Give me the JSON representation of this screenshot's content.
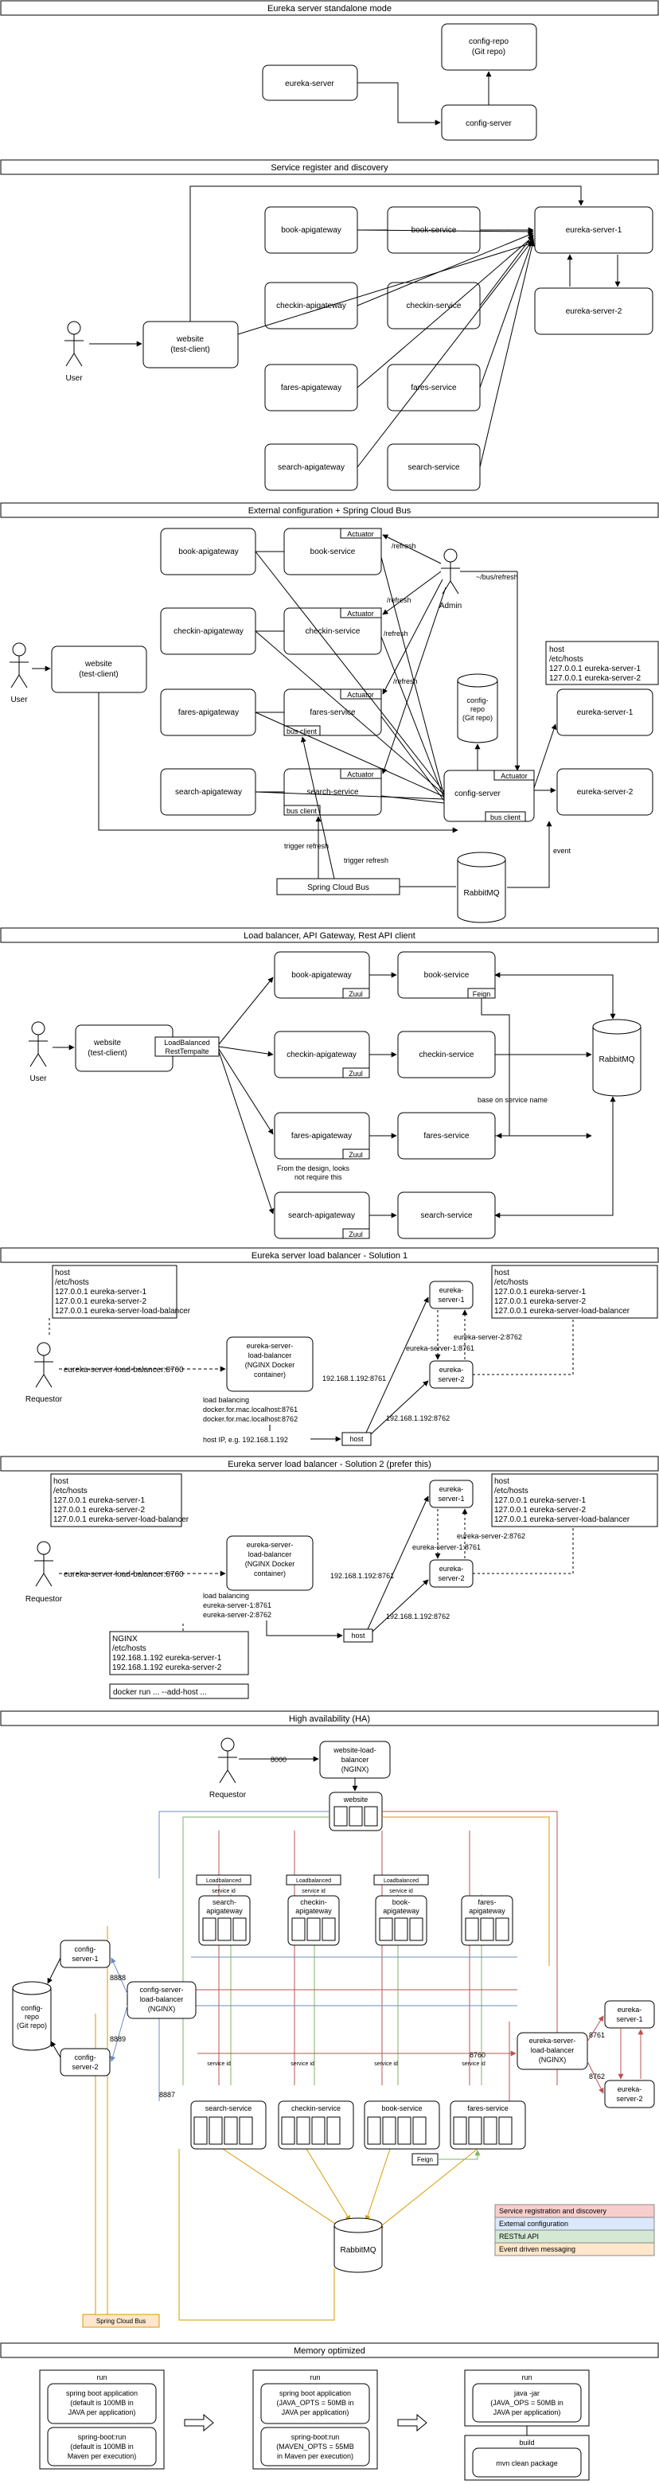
{
  "sections": {
    "s1": "Eureka server standalone mode",
    "s2": "Service register and discovery",
    "s3": "External configuration + Spring Cloud Bus",
    "s4": "Load balancer, API Gateway, Rest API client",
    "s5": "Eureka server load balancer - Solution 1",
    "s6": "Eureka server load balancer - Solution 2 (prefer this)",
    "s7": "High availability (HA)",
    "s8": "Memory optimized"
  },
  "nodes": {
    "eureka_server": "eureka-server",
    "config_repo_l1": "config-repo",
    "config_repo_l2": "(Git repo)",
    "config_server": "config-server",
    "book_apigateway": "book-apigateway",
    "book_service": "book-service",
    "checkin_apigateway": "checkin-apigateway",
    "checkin_service": "checkin-service",
    "fares_apigateway": "fares-apigateway",
    "fares_service": "fares-service",
    "search_apigateway": "search-apigateway",
    "search_service": "search-service",
    "eureka_server_1": "eureka-server-1",
    "eureka_server_2": "eureka-server-2",
    "website_l1": "website",
    "website_l2": "(test-client)",
    "user": "User",
    "admin": "Admin",
    "requestor": "Requestor",
    "actuator": "Actuator",
    "bus_client": "bus client",
    "spring_cloud_bus": "Spring Cloud Bus",
    "rabbitmq": "RabbitMQ",
    "zuul": "Zuul",
    "feign": "Feign",
    "loadbalanced_l1": "LoadBalanced",
    "loadbalanced_l2": "RestTempalte",
    "loadbalanced_tag": "Loadbalanced",
    "eureka_lb_l1": "eureka-server-",
    "eureka_lb_l2": "load-balancer",
    "eureka_lb_l3": "(NGINX Docker",
    "eureka_lb_l4": "container)",
    "eureka_server_1_l1": "eureka-",
    "eureka_server_1_l2": "server-1",
    "eureka_server_2_l2": "server-2",
    "host": "host",
    "website_lb_l1": "website-load-",
    "website_lb_l2": "balancer",
    "website_lb_l3": "(NGINX)",
    "config_lb_l1": "config-server-",
    "config_lb_l2": "load-balancer",
    "config_lb_l3": "(NGINX)",
    "ha_eureka_lb_l1": "eureka-server-",
    "ha_eureka_lb_l2": "load-balancer",
    "ha_eureka_lb_l3": "(NGINX)",
    "config_server_1_l1": "config-",
    "config_server_1_l2": "server-1",
    "config_server_2_l2": "server-2",
    "config_l": "config-",
    "repo_l": "repo",
    "gitrepo_l": "(Git repo)",
    "search_apigw_l1": "search-",
    "checkin_apigw_l1": "checkin-",
    "book_apigw_l1": "book-",
    "fares_apigw_l1": "fares-",
    "apigateway_l2": "apigateway"
  },
  "edges": {
    "refresh": "/refresh",
    "bus_refresh": "~/bus/refresh",
    "event": "event",
    "trigger_refresh": "trigger refresh",
    "base_on_service_name": "base on service name",
    "design_note_l1": "From the design, looks",
    "design_note_l2": "not require this",
    "eureka_lb_8760": "eureka-server-load-balancer:8760",
    "lb_note_l1": "load balancing",
    "lb_note_l2": "docker.for.mac.localhost:8761",
    "lb_note_l3": "docker.for.mac.localhost:8762",
    "host_ip": "host IP, e.g. 192.168.1.192",
    "ip_8761": "192.168.1.192:8761",
    "ip_8762": "192.168.1.192:8762",
    "es2_8762": "eureka-server-2:8762",
    "es1_8761": "eureka-server-1:8761",
    "lb2_note_l1": "load balancing",
    "lb2_note_l2": "eureka-server-1:8761",
    "lb2_note_l3": "eureka-server-2:8762",
    "port_8000": "8000",
    "port_8888": "8888",
    "port_8889": "8889",
    "port_8887": "8887",
    "port_8760": "8760",
    "port_8761": "8761",
    "port_8762": "8762",
    "service_id": "service id"
  },
  "notes": {
    "hosts_a": [
      "host",
      "/etc/hosts",
      "127.0.0.1 eureka-server-1",
      "127.0.0.1 eureka-server-2"
    ],
    "hosts_b": [
      "host",
      "/etc/hosts",
      "127.0.0.1 eureka-server-1",
      "127.0.0.1 eureka-server-2",
      "127.0.0.1 eureka-server-load-balancer"
    ],
    "nginx_hosts": [
      "NGINX",
      "/etc/hosts",
      "192.168.1.192 eureka-server-1",
      "192.168.1.192 eureka-server-2"
    ],
    "docker_run": "docker run ... --add-host ..."
  },
  "legend": {
    "items": [
      {
        "label": "Service registration and discovery",
        "color": "#f8cecc",
        "text": "#b85450"
      },
      {
        "label": "External configuration",
        "color": "#dae8fc",
        "text": "#000000"
      },
      {
        "label": "RESTful API",
        "color": "#d5e8d4",
        "text": "#000000"
      },
      {
        "label": "Event driven messaging",
        "color": "#ffe6cc",
        "text": "#000000"
      }
    ]
  },
  "memory": {
    "run": "run",
    "build": "build",
    "col1_a": [
      "spring boot application",
      "(default is 100MB in",
      "JAVA per application)"
    ],
    "col1_b": [
      "spring-boot:run",
      "(default is 100MB in",
      "Maven per execution)"
    ],
    "col2_a": [
      "spring boot application",
      "(JAVA_OPTS = 50MB in",
      "JAVA per application)"
    ],
    "col2_b": [
      "spring-boot:run",
      "(MAVEN_OPTS = 55MB",
      "in Maven per execution)"
    ],
    "col3_a": [
      "java -jar",
      "(JAVA_OPS = 50MB in",
      "JAVA per application)"
    ],
    "col3_b": "mvn clean package"
  },
  "colors": {
    "red": "#b85450",
    "blue": "#6c8ebf",
    "green": "#82b366",
    "orange": "#d79b00"
  }
}
